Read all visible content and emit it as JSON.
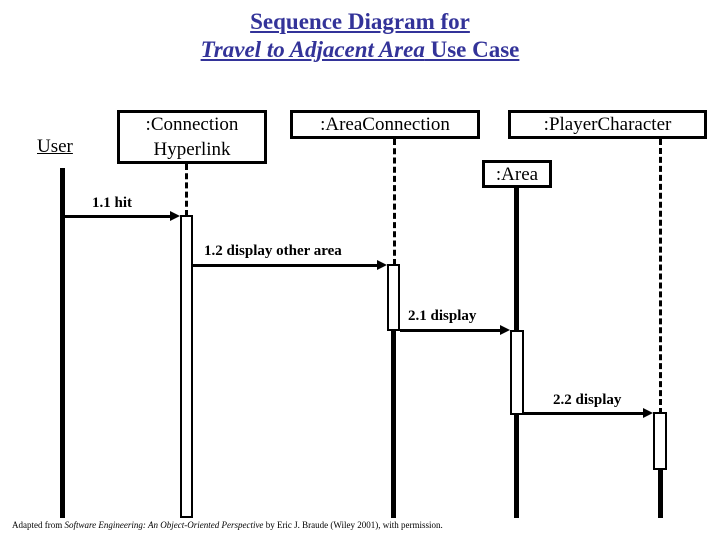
{
  "title": {
    "line1": "Sequence Diagram for",
    "line2_italic": "Travel to Adjacent Area",
    "line2_rest": " Use Case",
    "color": "#333399"
  },
  "participants": [
    {
      "id": "user",
      "kind": "actor",
      "label": "User"
    },
    {
      "id": "connhyperlink",
      "kind": "object",
      "label_line1": ":Connection",
      "label_line2": "Hyperlink"
    },
    {
      "id": "areaconnection",
      "kind": "object",
      "label_line1": ":AreaConnection",
      "label_line2": ""
    },
    {
      "id": "area",
      "kind": "object",
      "label_line1": ":Area",
      "label_line2": ""
    },
    {
      "id": "playercharacter",
      "kind": "object",
      "label_line1": ":PlayerCharacter",
      "label_line2": ""
    }
  ],
  "messages": [
    {
      "id": "m1",
      "number": "1.1",
      "name": "hit",
      "label": "1.1 hit",
      "from": "user",
      "to": "connhyperlink"
    },
    {
      "id": "m2",
      "number": "1.2",
      "name": "display other area",
      "label": "1.2 display other area",
      "from": "connhyperlink",
      "to": "areaconnection"
    },
    {
      "id": "m3",
      "number": "2.1",
      "name": "display",
      "label": "2.1 display",
      "from": "areaconnection",
      "to": "area"
    },
    {
      "id": "m4",
      "number": "2.2",
      "name": "display",
      "label": "2.2  display",
      "from": "area",
      "to": "playercharacter"
    }
  ],
  "footer": {
    "prefix": "Adapted from ",
    "work_italic": "Software Engineering: An Object-Oriented Perspective",
    "suffix": " by Eric J. Braude (Wiley 2001), with permission."
  },
  "colors": {
    "title": "#333399",
    "ink": "#000000",
    "background": "#ffffff"
  }
}
